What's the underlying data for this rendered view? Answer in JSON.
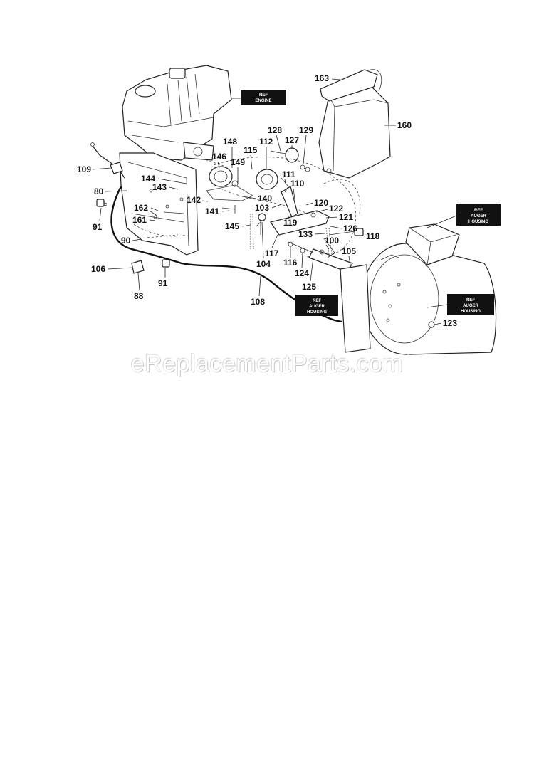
{
  "watermark": "eReplacementParts.com",
  "ref_boxes": [
    {
      "id": "ref-engine",
      "lines": [
        "REF",
        "ENGINE"
      ]
    },
    {
      "id": "ref-auger-top",
      "lines": [
        "REF",
        "AUGER",
        "HOUSING"
      ]
    },
    {
      "id": "ref-auger-mid",
      "lines": [
        "REF",
        "AUGER",
        "HOUSING"
      ]
    },
    {
      "id": "ref-auger-bottom",
      "lines": [
        "REF",
        "AUGER",
        "HOUSING"
      ]
    }
  ],
  "part_numbers": [
    "163",
    "160",
    "148",
    "128",
    "129",
    "146",
    "115",
    "112",
    "127",
    "109",
    "144",
    "149",
    "111",
    "80",
    "143",
    "110",
    "140",
    "120",
    "122",
    "162",
    "142",
    "103",
    "141",
    "121",
    "161",
    "145",
    "119",
    "126",
    "91",
    "133",
    "118",
    "90",
    "100",
    "105",
    "117",
    "116",
    "104",
    "124",
    "106",
    "91",
    "125",
    "88",
    "108",
    "123"
  ]
}
